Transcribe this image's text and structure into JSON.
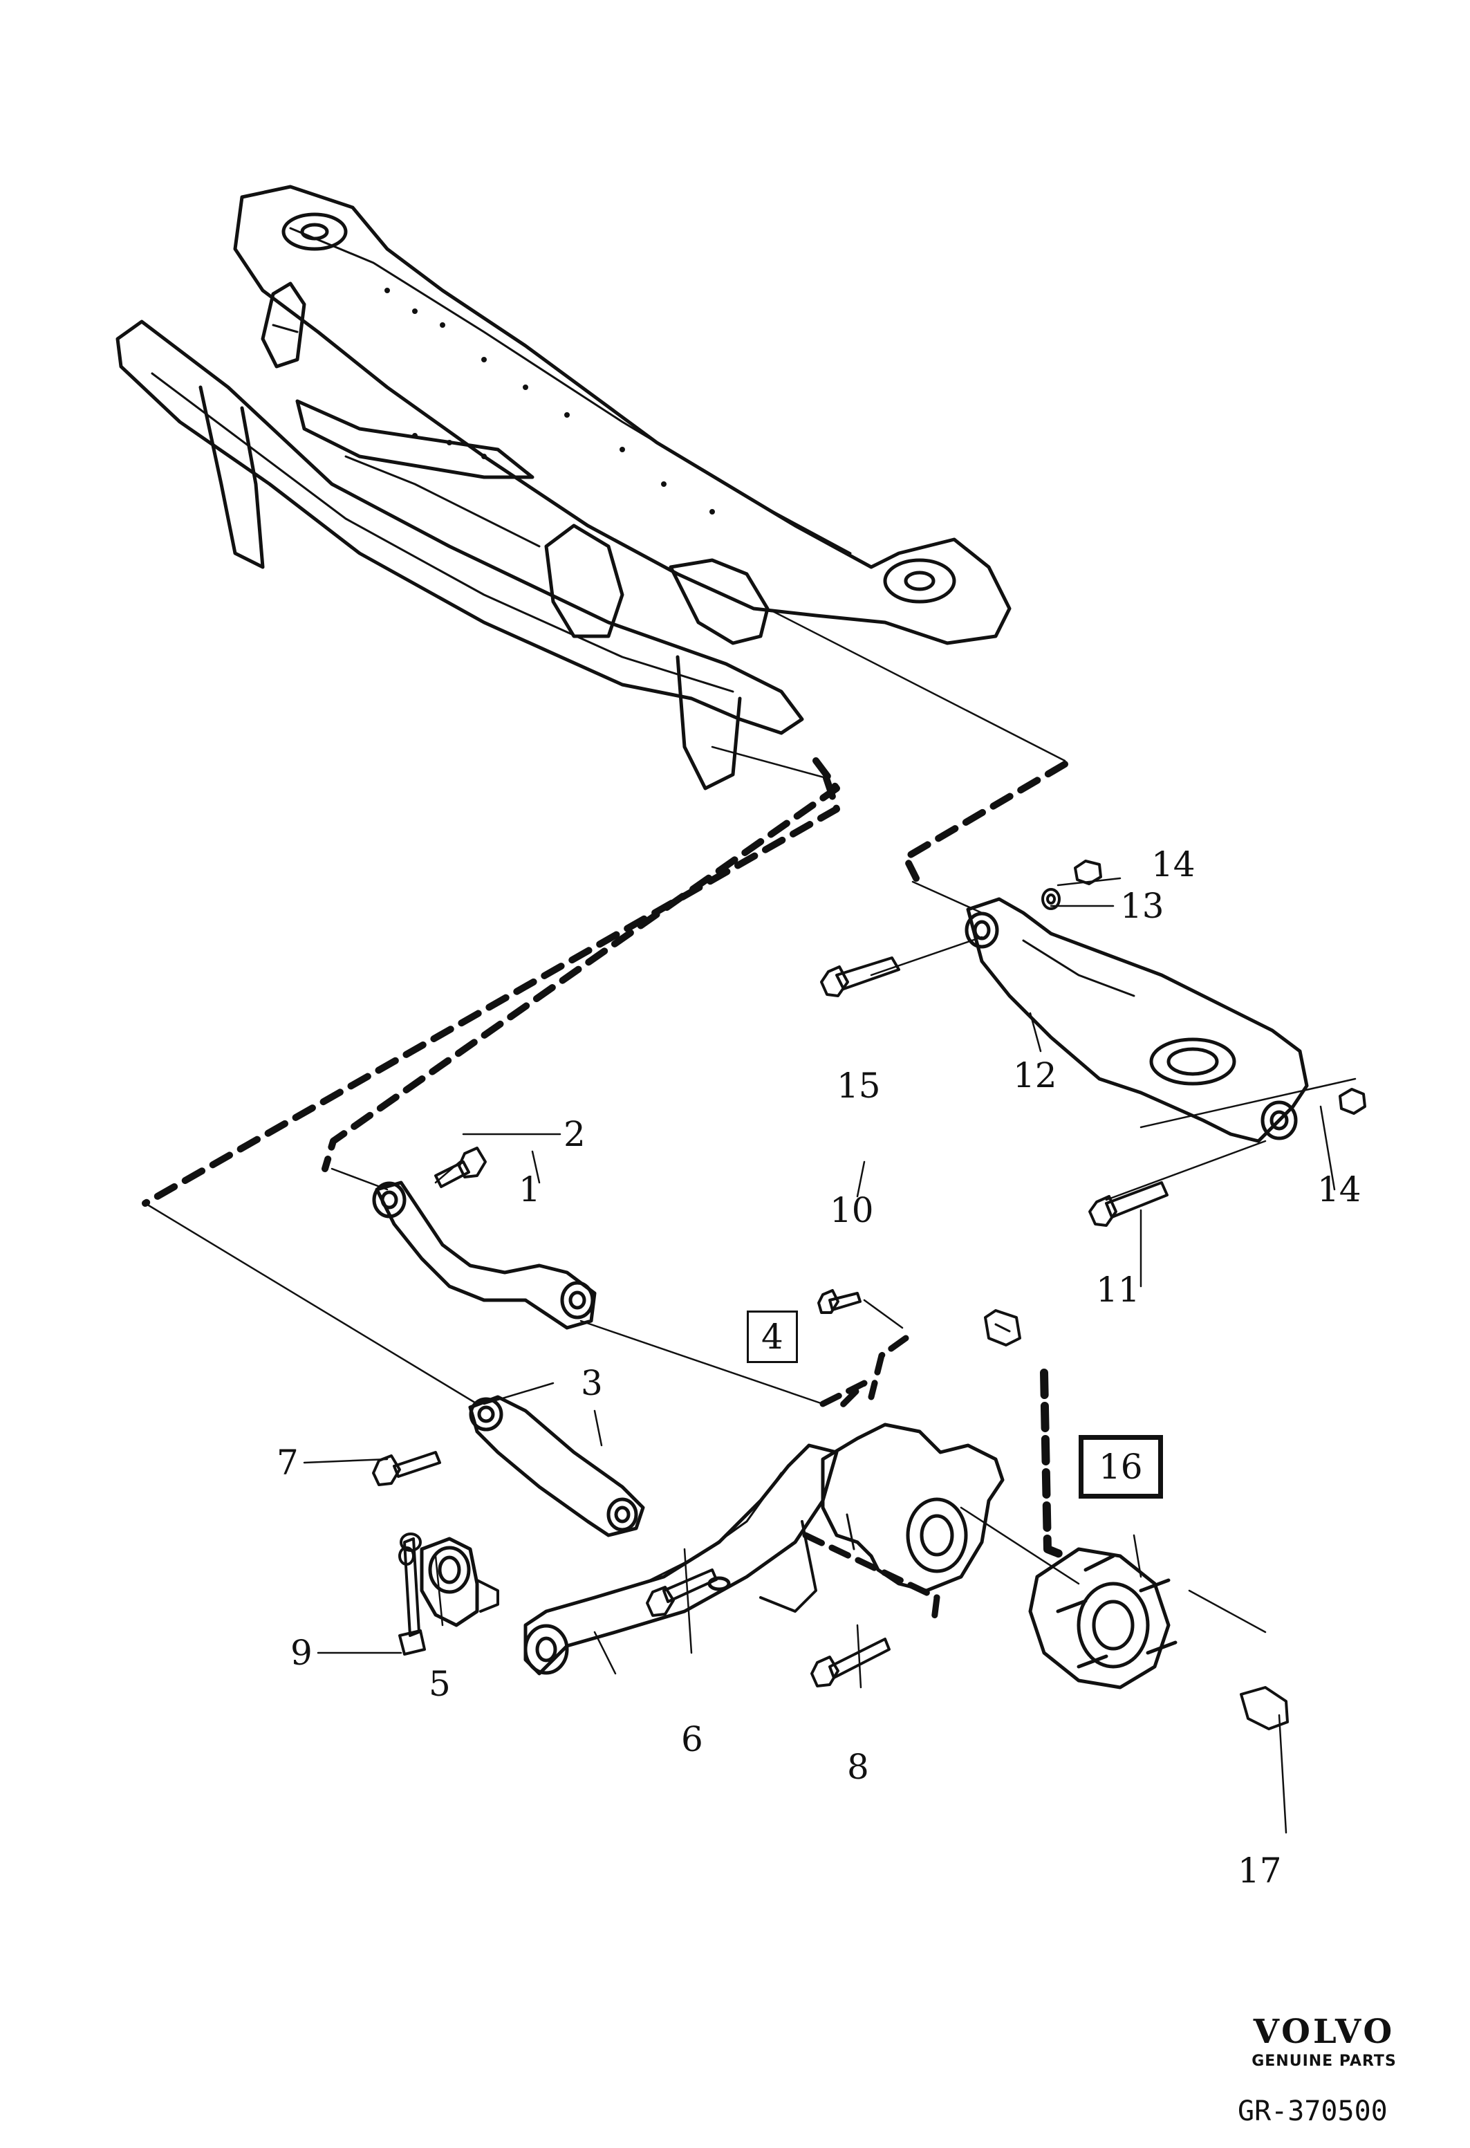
{
  "callouts": {
    "p1": "1",
    "p2": "2",
    "p3": "3",
    "p4": "4",
    "p5": "5",
    "p6": "6",
    "p7": "7",
    "p8": "8",
    "p9": "9",
    "p10": "10",
    "p11": "11",
    "p12": "12",
    "p13": "13",
    "p14a": "14",
    "p14b": "14",
    "p15": "15",
    "p16": "16",
    "p17": "17"
  },
  "brand": {
    "name": "VOLVO",
    "subtitle": "GENUINE PARTS"
  },
  "drawing_number": "GR-370500"
}
